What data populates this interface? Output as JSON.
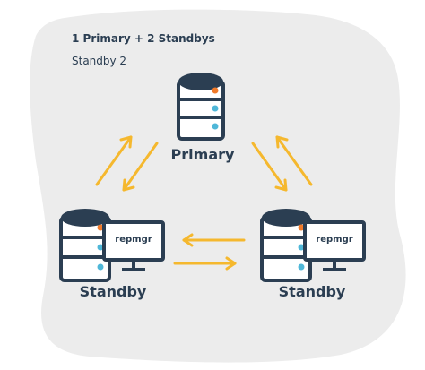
{
  "diagram": {
    "title": "1 Primary + 2 Standbys",
    "subtitle": "Standby 2",
    "nodes": {
      "primary": {
        "label": "Primary"
      },
      "standby_left": {
        "label": "Standby",
        "tool": "repmgr"
      },
      "standby_right": {
        "label": "Standby",
        "tool": "repmgr"
      }
    }
  },
  "colors": {
    "background_blob": "#ececec",
    "outline": "#2b3e52",
    "arrow": "#f5b82e",
    "led_orange": "#f07a2a",
    "led_blue": "#4fb7d8"
  }
}
